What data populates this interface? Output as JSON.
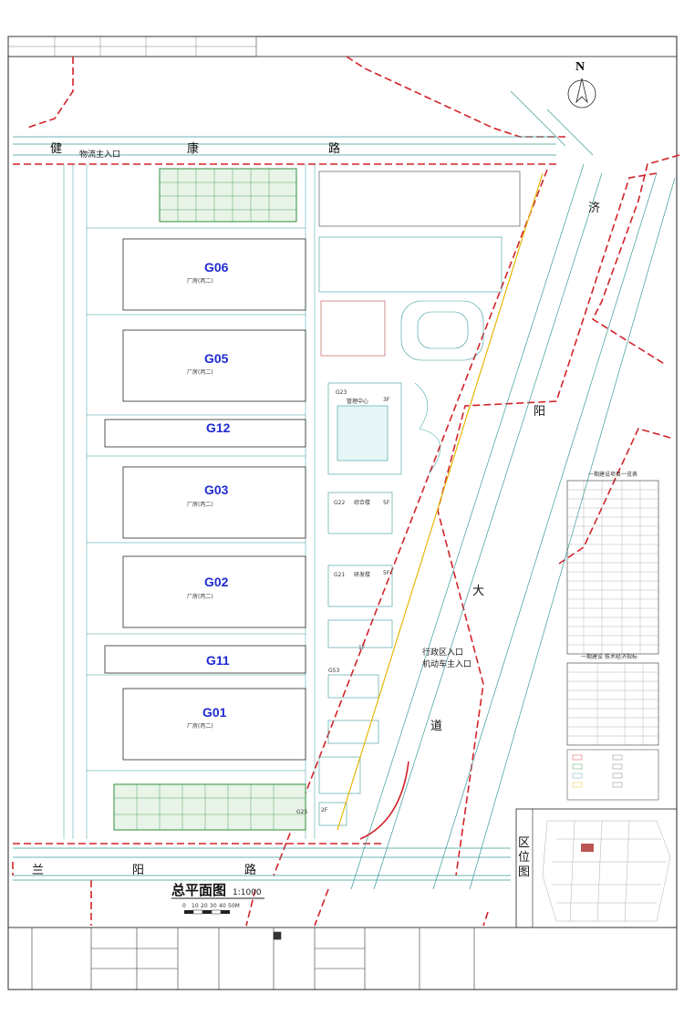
{
  "north_label": "N",
  "roads": {
    "north": [
      "健",
      "康",
      "路"
    ],
    "south": [
      "兰",
      "阳",
      "路"
    ],
    "east_upper": [
      "济",
      "阳"
    ],
    "east_lower": [
      "大",
      "道"
    ]
  },
  "entrances": {
    "logistics_north": "物流主入口",
    "admin": "行政区入口",
    "vehicle": "机动车主入口"
  },
  "buildings": [
    {
      "code": "G06",
      "label": "厂房(丙二)"
    },
    {
      "code": "G05",
      "label": "厂房(丙二)"
    },
    {
      "code": "G12",
      "label": ""
    },
    {
      "code": "G03",
      "label": "厂房(丙二)"
    },
    {
      "code": "G02",
      "label": "厂房(丙二)"
    },
    {
      "code": "G11",
      "label": ""
    },
    {
      "code": "G01",
      "label": "厂房(丙二)"
    }
  ],
  "small_buildings": [
    {
      "code": "G23",
      "label": "管理中心"
    },
    {
      "code": "G22",
      "label": "综合楼"
    },
    {
      "code": "G21",
      "label": "研发楼"
    },
    {
      "code": "G53",
      "label": ""
    },
    {
      "code": "G25",
      "label": ""
    }
  ],
  "stairs": [
    "3F",
    "5F",
    "5F",
    "1F",
    "2F"
  ],
  "table_titles": {
    "table1": "一期建设项目一览表",
    "table2": "一期建设 技术经济指标"
  },
  "location_map_label": [
    "区",
    "位",
    "图"
  ],
  "plan_title": "总平面图",
  "scale_text": "1:1000",
  "scale_bar_ticks": [
    "0",
    "10",
    "20",
    "30",
    "40",
    "50M"
  ],
  "theme": {
    "blueprint_line": "#3a9a9a",
    "red_dash": "#d2232a",
    "building_code": "#1f2bd1",
    "green_field": "#2f8f3a",
    "frame": "#222222"
  }
}
